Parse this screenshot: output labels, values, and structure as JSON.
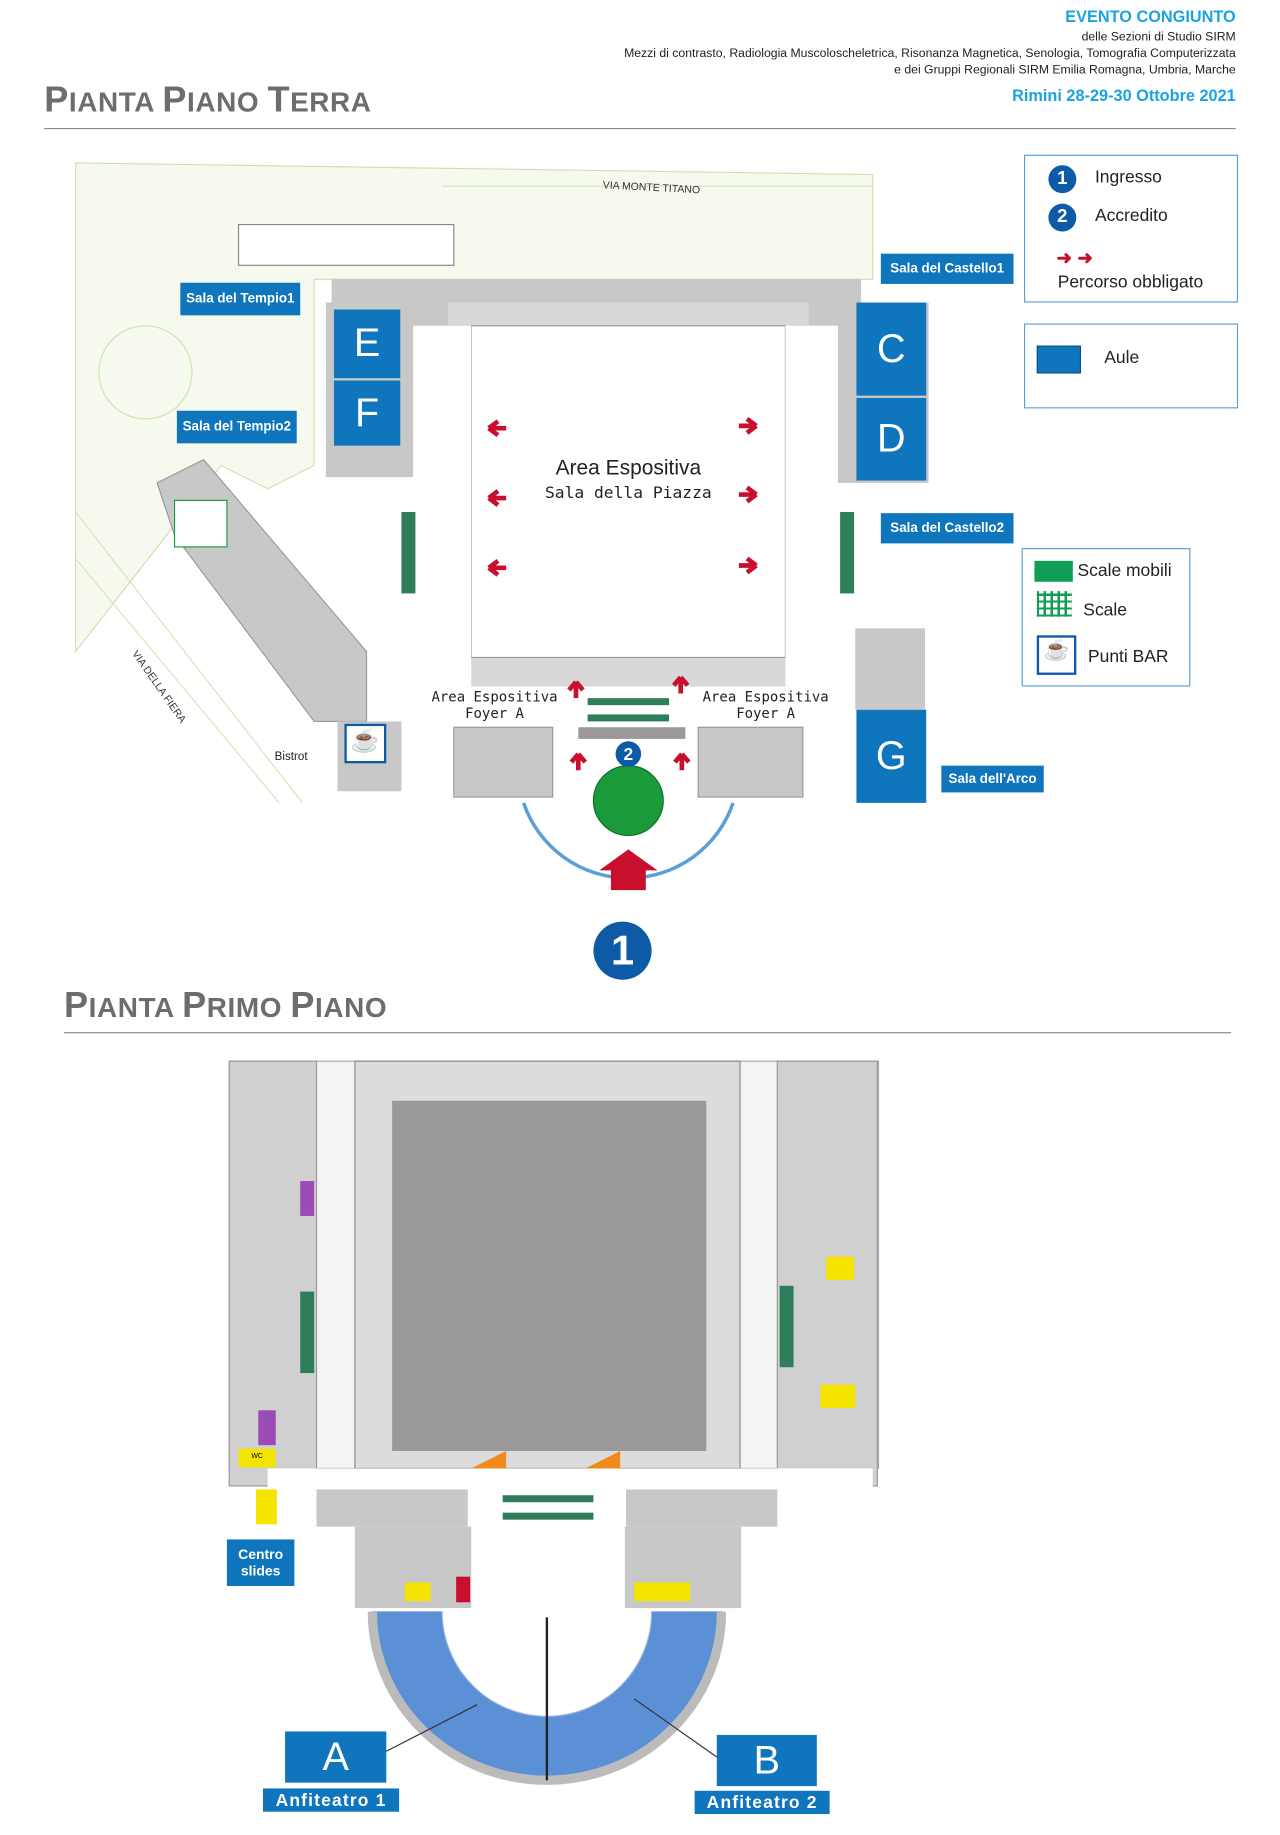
{
  "header": {
    "event": "EVENTO CONGIUNTO",
    "line1": "delle Sezioni di Studio SIRM",
    "line2": "Mezzi di contrasto, Radiologia Muscoloscheletrica,  Risonanza Magnetica, Senologia, Tomografia Computerizzata",
    "line3": "e dei Gruppi Regionali SIRM Emilia Romagna, Umbria, Marche",
    "date": "Rimini 28-29-30 Ottobre 2021"
  },
  "ground": {
    "title_p": "P",
    "title_1": "IANTA ",
    "title_p2": "P",
    "title_2": "IANO ",
    "title_t": "T",
    "title_3": "ERRA",
    "street_top": "VIA MONTE TITANO",
    "street_left": "VIA DELLA FIERA",
    "hall_title": "Area Espositiva",
    "hall_sub": "Sala della Piazza",
    "foyer_left": [
      "Area Espositiva",
      "Foyer A"
    ],
    "foyer_right": [
      "Area Espositiva",
      "Foyer A"
    ],
    "bistrot": "Bistrot",
    "rooms": {
      "E": "E",
      "F": "F",
      "C": "C",
      "D": "D",
      "G": "G"
    },
    "tags": {
      "tempio1": "Sala del Tempio1",
      "tempio2": "Sala del Tempio2",
      "castello1": "Sala del Castello1",
      "castello2": "Sala del Castello2",
      "arco": "Sala dell'Arco"
    },
    "markers": {
      "m1": "1",
      "m2": "2"
    }
  },
  "legend": {
    "ingresso_num": "1",
    "ingresso": "Ingresso",
    "accredito_num": "2",
    "accredito": "Accredito",
    "percorso": "Percorso obbligato",
    "aule": "Aule",
    "scale_mobili": "Scale mobili",
    "scale": "Scale",
    "bar": "Punti BAR"
  },
  "first": {
    "title_p": "P",
    "title_1": "IANTA ",
    "title_p2": "P",
    "title_2": "RIMO ",
    "title_p3": "P",
    "title_3": "IANO",
    "room_a": "A",
    "label_a": "Anfiteatro 1",
    "room_b": "B",
    "label_b": "Anfiteatro 2",
    "centro": [
      "Centro",
      "slides"
    ],
    "wc": "WC"
  },
  "colors": {
    "blue": "#0f75bc",
    "marker": "#0d5aa6",
    "red": "#c8102e",
    "green": "#0f9d58",
    "gray": "#c8c8c8",
    "accent": "#1aa3e0"
  }
}
